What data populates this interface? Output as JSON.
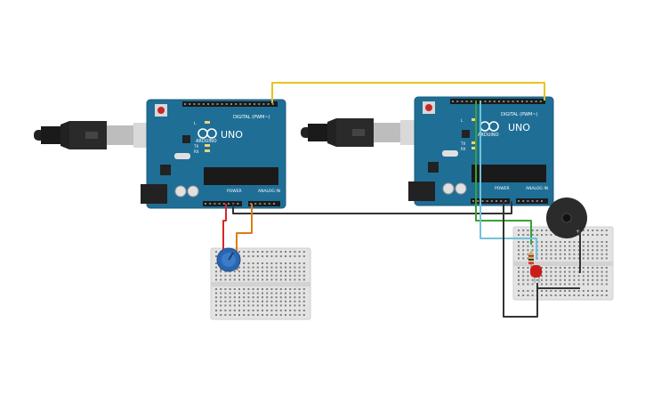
{
  "boards": [
    {
      "id": "left",
      "brand": "ARDUINO",
      "model": "UNO",
      "digital_label": "DIGITAL (PWM~)",
      "power_label": "POWER",
      "analog_label": "ANALOG IN",
      "tx_label": "TX",
      "rx_label": "RX",
      "l_label": "L"
    },
    {
      "id": "right",
      "brand": "ARDUINO",
      "model": "UNO",
      "digital_label": "DIGITAL (PWM~)",
      "power_label": "POWER",
      "analog_label": "ANALOG IN",
      "tx_label": "TX",
      "rx_label": "RX",
      "l_label": "L"
    }
  ],
  "colors": {
    "board": "#1f6e96",
    "board_edge": "#185c7d",
    "breadboard": "#e3e3e3",
    "wire_yellow": "#e8c31e",
    "wire_black": "#333333",
    "wire_red": "#d9262b",
    "wire_orange": "#e07b12",
    "wire_green": "#3aa03a",
    "wire_cyan": "#6fc3d8",
    "led_red": "#c91d1d",
    "buzzer": "#2b2b2b",
    "potentiometer": "#2a66b0"
  },
  "components": {
    "usb_cables": [
      "usb-cable-left",
      "usb-cable-right"
    ],
    "potentiometer": "potentiometer",
    "buzzer": "piezo-buzzer",
    "led": "red-led",
    "resistor": "resistor"
  }
}
